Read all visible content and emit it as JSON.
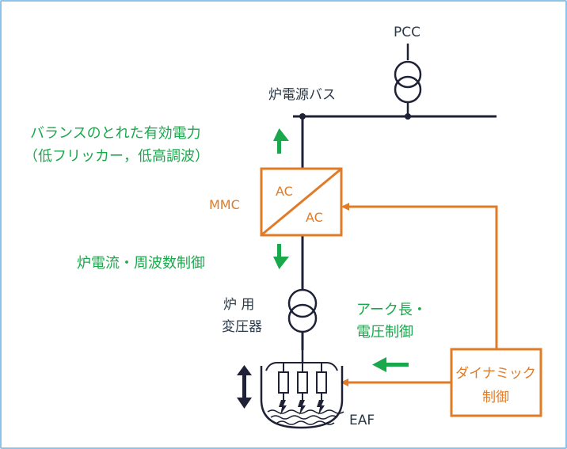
{
  "labels": {
    "pcc": "PCC",
    "bus": "炉電源バス",
    "balanced_power_1": "バランスのとれた有効電力",
    "balanced_power_2": "（低フリッカー，低高調波）",
    "mmc": "MMC",
    "ac_top": "AC",
    "ac_bottom": "AC",
    "current_freq_control": "炉電流・周波数制御",
    "furnace_transformer_1": "炉 用",
    "furnace_transformer_2": "変圧器",
    "arc_control_1": "アーク長・",
    "arc_control_2": "電圧制御",
    "dynamic_control_1": "ダイナミック",
    "dynamic_control_2": "制御",
    "eaf": "EAF"
  },
  "colors": {
    "line": "#1f2236",
    "orange": "#e07b27",
    "green": "#1aa84c",
    "text": "#2b3a4a",
    "frame": "#8fc3ea"
  }
}
